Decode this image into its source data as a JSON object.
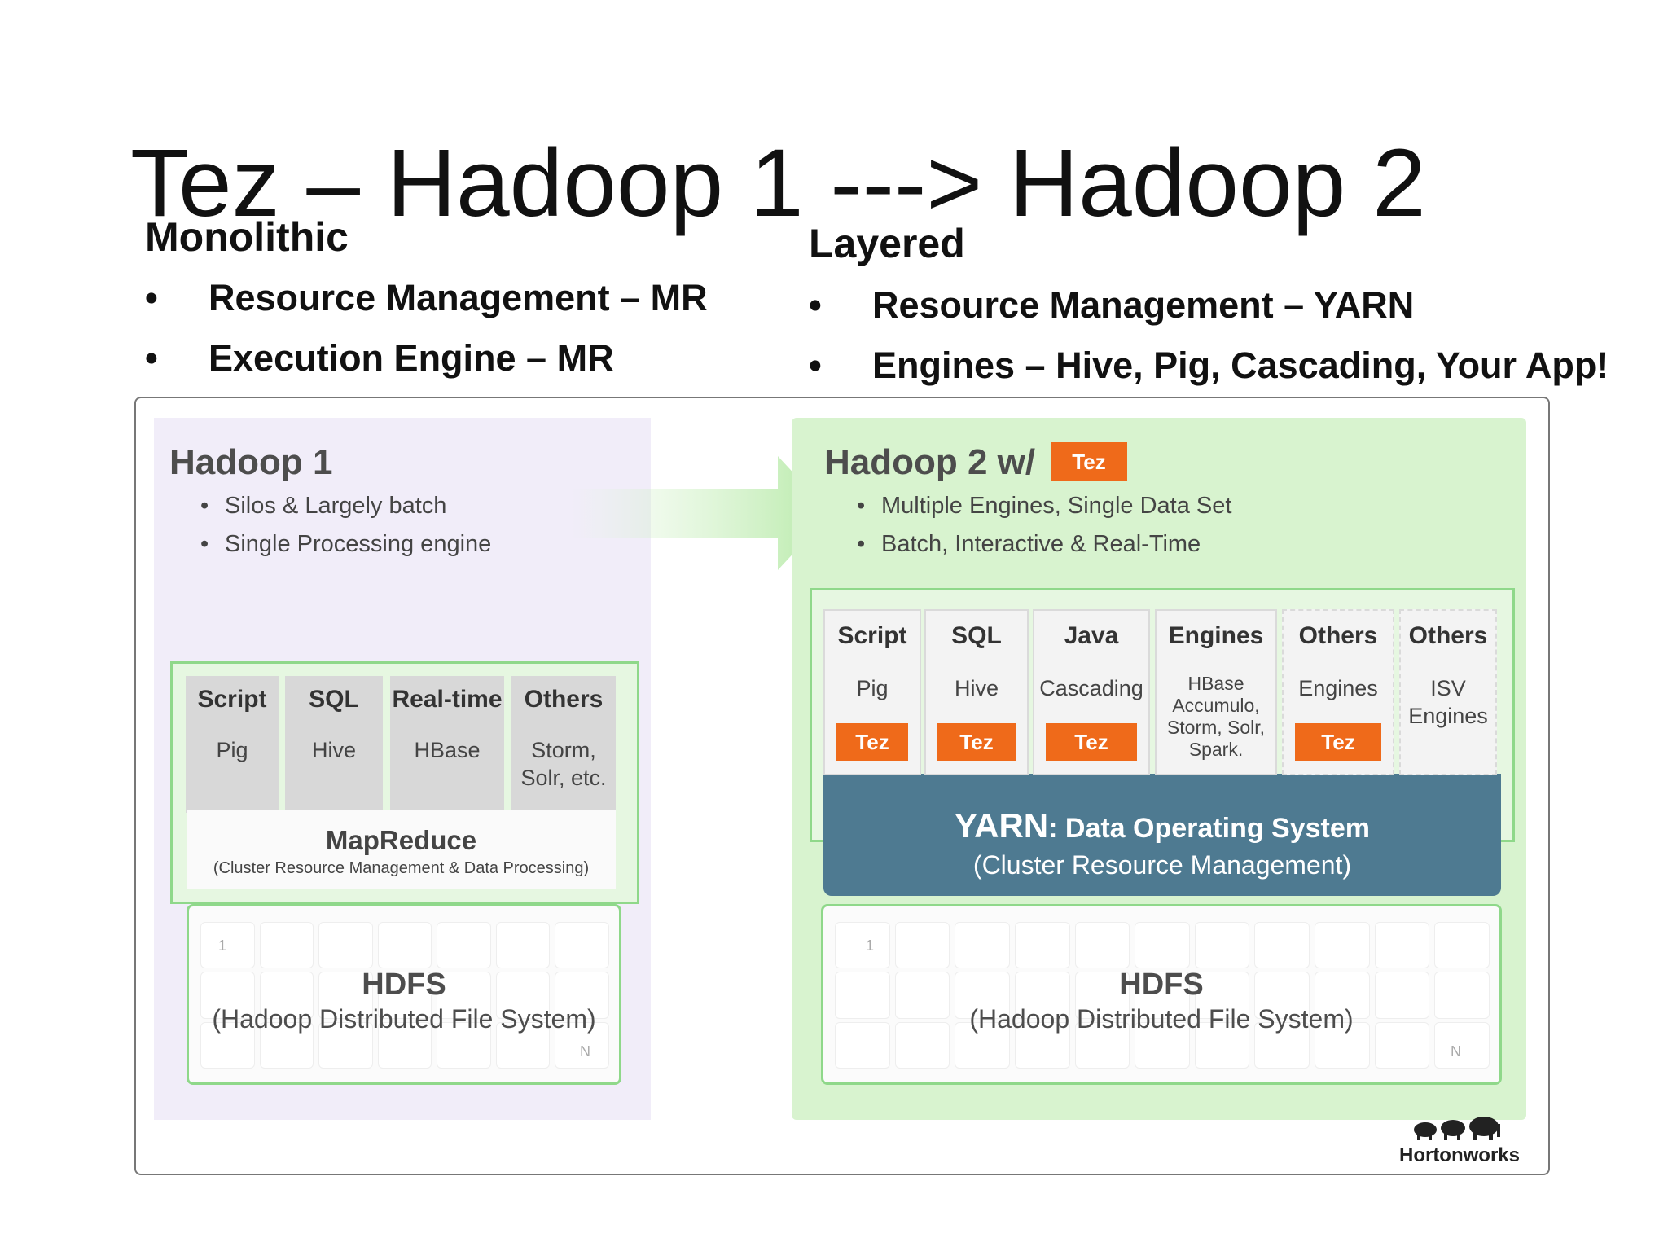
{
  "slide": {
    "title": "Tez – Hadoop 1 ---> Hadoop 2",
    "left": {
      "heading": "Monolithic",
      "bullets": [
        "Resource Management – MR",
        "Execution Engine – MR"
      ]
    },
    "right": {
      "heading": "Layered",
      "bullets": [
        "Resource Management – YARN",
        "Engines – Hive, Pig, Cascading, Your App!"
      ]
    },
    "bullet_glyph": "•"
  },
  "diagram": {
    "hadoop1": {
      "title": "Hadoop 1",
      "points": [
        "Silos & Largely batch",
        "Single Processing engine"
      ],
      "engines": [
        {
          "head": "Script",
          "body": "Pig"
        },
        {
          "head": "SQL",
          "body": "Hive"
        },
        {
          "head": "Real-time",
          "body": "HBase"
        },
        {
          "head": "Others",
          "body": "Storm, Solr, etc."
        }
      ],
      "mapreduce_title": "MapReduce",
      "mapreduce_sub": "(Cluster Resource Management & Data Processing)",
      "hdfs_title": "HDFS",
      "hdfs_sub": "(Hadoop Distributed File System)",
      "cell_first": "1",
      "cell_last": "N"
    },
    "hadoop2": {
      "title": "Hadoop 2 w/",
      "title_tag": "Tez",
      "points": [
        "Multiple Engines, Single Data Set",
        "Batch, Interactive & Real-Time"
      ],
      "engines": [
        {
          "head": "Script",
          "body": "Pig",
          "tag": "Tez"
        },
        {
          "head": "SQL",
          "body": "Hive",
          "tag": "Tez"
        },
        {
          "head": "Java",
          "body": "Cascading",
          "tag": "Tez"
        },
        {
          "head": "Engines",
          "body": "HBase Accumulo, Storm, Solr, Spark.",
          "tag": ""
        },
        {
          "head": "Others",
          "body": "Engines",
          "tag": "Tez"
        },
        {
          "head": "Others",
          "body": "ISV Engines",
          "tag": ""
        }
      ],
      "yarn_title": "YARN",
      "yarn_title_rest": ": Data Operating System",
      "yarn_sub": "(Cluster Resource Management)",
      "hdfs_title": "HDFS",
      "hdfs_sub": "(Hadoop Distributed File System)",
      "cell_first": "1",
      "cell_last": "N"
    },
    "logo_text": "Hortonworks",
    "colors": {
      "tez_orange": "#ef6a1a",
      "yarn_blue": "#4e7a91",
      "hadoop1_bg": "#f1edf9",
      "hadoop2_bg": "#d8f3cf",
      "green_border": "#8fd88a"
    }
  }
}
